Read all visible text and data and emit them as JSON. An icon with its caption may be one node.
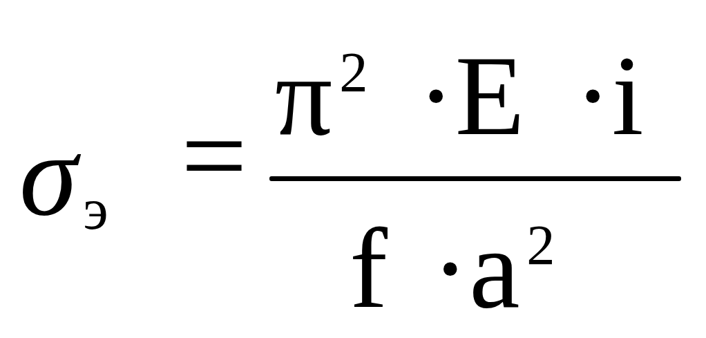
{
  "diagram": {
    "labels": [
      "σ$_{э}$",
      "=",
      "π$^{2}$ ·E ·i",
      "f ·a$^{2}$"
    ]
  }
}
